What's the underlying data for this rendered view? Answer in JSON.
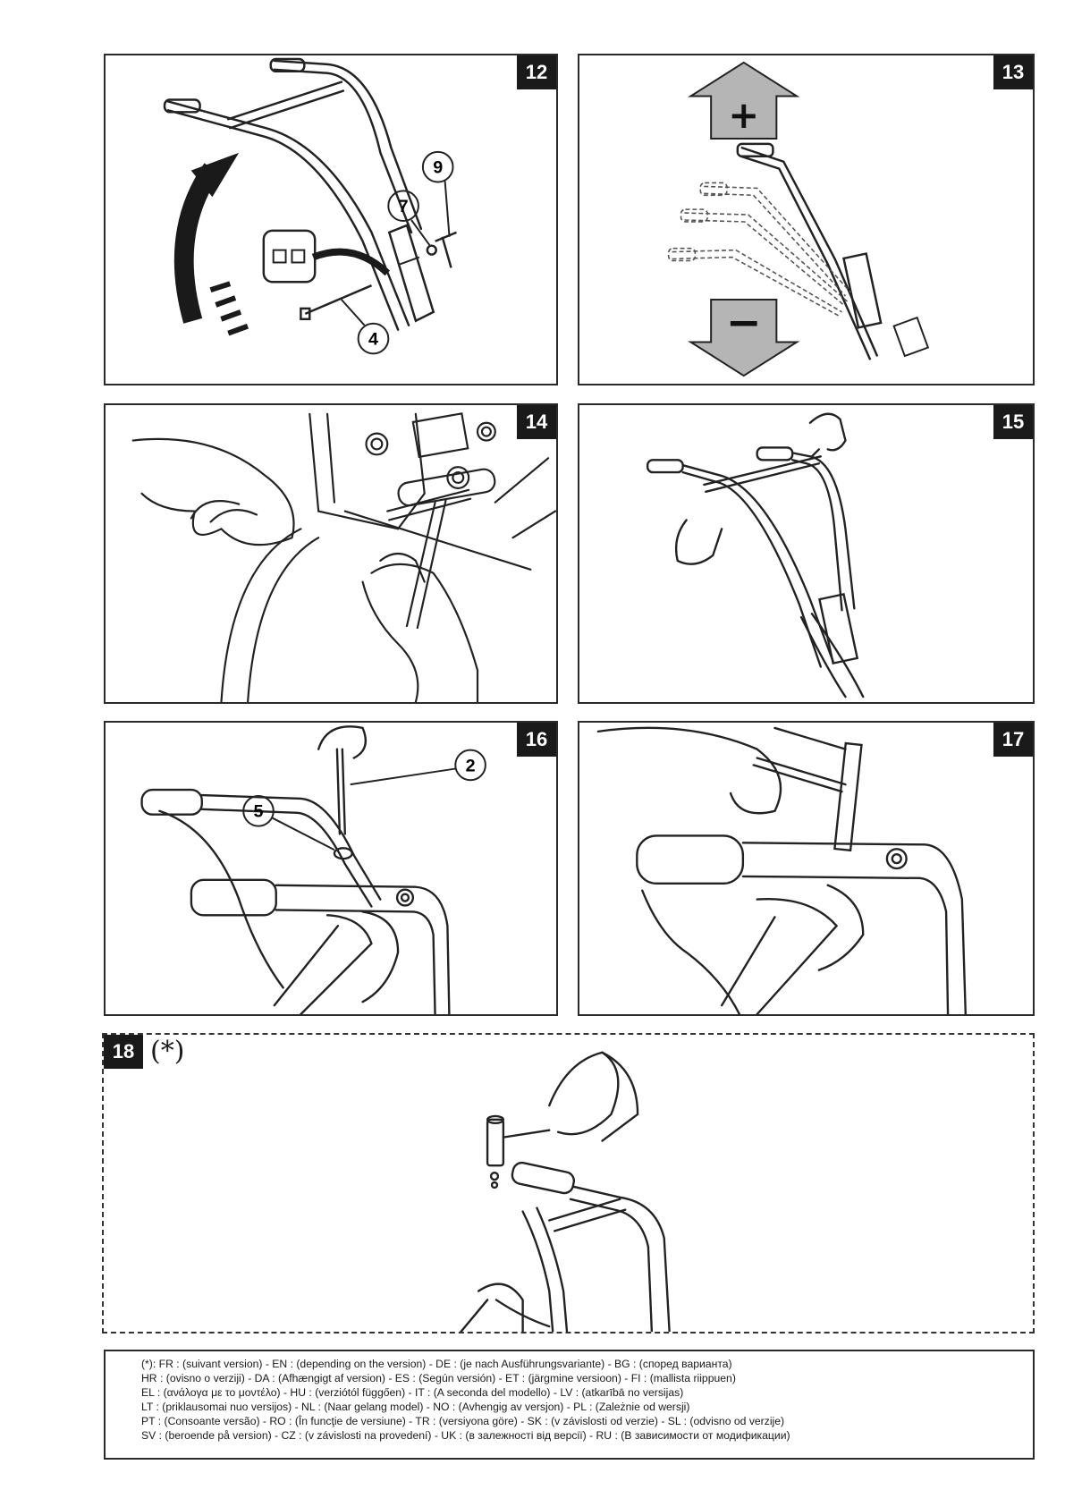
{
  "panels": {
    "p12": {
      "number": "12",
      "callouts": [
        "9",
        "7",
        "4"
      ]
    },
    "p13": {
      "number": "13",
      "plus": "+",
      "minus": "−"
    },
    "p14": {
      "number": "14"
    },
    "p15": {
      "number": "15"
    },
    "p16": {
      "number": "16",
      "callouts": [
        "2",
        "5"
      ]
    },
    "p17": {
      "number": "17"
    },
    "p18": {
      "number": "18",
      "asterisk": "(*)"
    }
  },
  "note": {
    "lines": [
      "(*): FR : (suivant version) - EN : (depending on the version) - DE : (je nach Ausführungsvariante) - BG : (според варианта)",
      "HR : (ovisno o verziji) - DA : (Afhængigt af version) - ES : (Según versión) - ET : (järgmine versioon) - FI : (mallista riippuen)",
      "EL : (ανάλογα με το μοντέλο) - HU : (verziótól függően) - IT : (A seconda del modello) - LV : (atkarībā no versijas)",
      "LT : (priklausomai nuo versijos) - NL : (Naar gelang model) - NO : (Avhengig av versjon) - PL : (Zależnie od wersji)",
      "PT : (Consoante versão) - RO : (În funcţie de versiune) - TR : (versiyona göre) - SK : (v závislosti od verzie) - SL : (odvisno od verzije)",
      "SV : (beroende på version) - CZ : (v závislosti na provedení) - UK : (в залежності від версії) - RU : (В зависимости от модификации)"
    ]
  }
}
